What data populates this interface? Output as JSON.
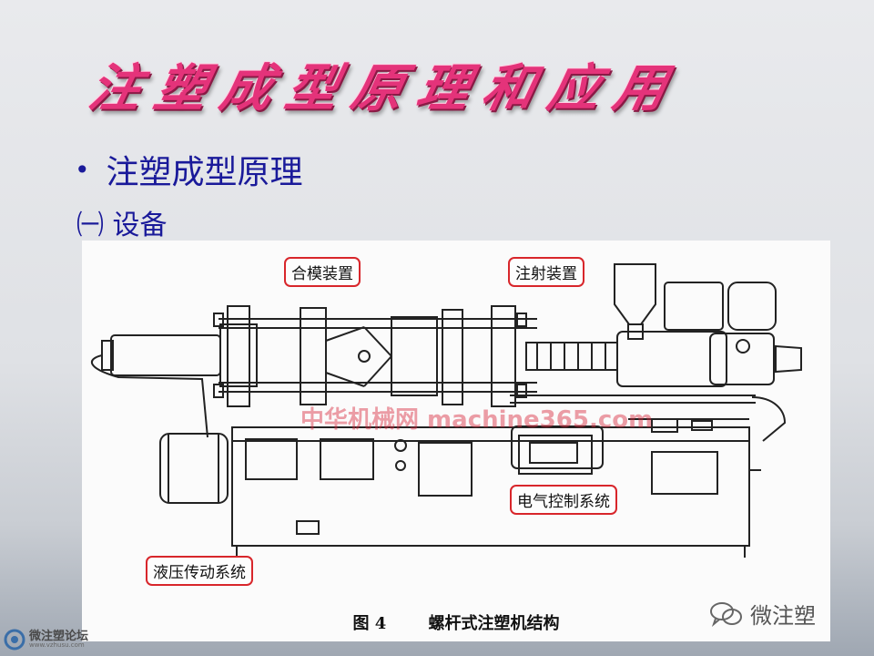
{
  "slide": {
    "title": "注塑成型原理和应用",
    "bullet": "注塑成型原理",
    "sub_heading": "㈠ 设备"
  },
  "diagram": {
    "callouts": {
      "clamping": "合模装置",
      "injection": "注射装置",
      "electrical": "电气控制系统",
      "hydraulic": "液压传动系统"
    },
    "watermark": "中华机械网 machine365.com",
    "caption_number": "图 4",
    "caption_text": "螺杆式注塑机结构"
  },
  "branding": {
    "wechat_name": "微注塑",
    "forum_name": "微注塑论坛",
    "forum_url": "www.vzhusu.com"
  },
  "colors": {
    "title": "#e4337a",
    "heading_text": "#1a1a9a",
    "callout_border": "#d8262b"
  },
  "icons": [
    "bullet-icon",
    "wechat-icon",
    "forum-logo-icon"
  ]
}
